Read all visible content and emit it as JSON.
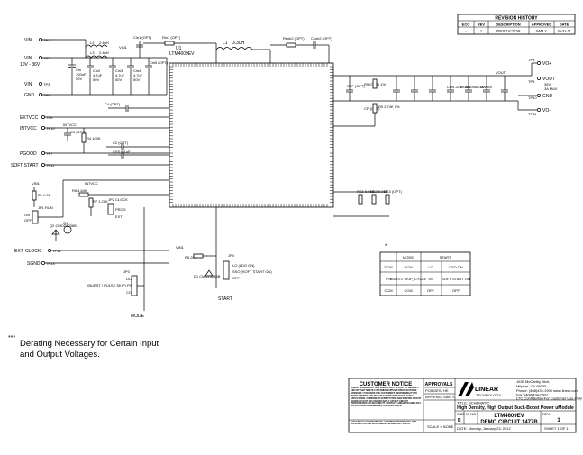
{
  "revision_history": {
    "title": "REVISION HISTORY",
    "headers": [
      "ECO",
      "REV",
      "DESCRIPTION",
      "APPROVED",
      "DATE"
    ],
    "row": [
      "-",
      "1",
      "PRODUCTION",
      "SAM Y.",
      "10-31-11"
    ]
  },
  "nets": {
    "vin_top": "VIN",
    "vin_range": "10V - 36V",
    "vin_mid": "VIN",
    "gnd": "GND",
    "extvcc": "EXTVCC",
    "intvcc": "INTVCC",
    "pgood": "PGOOD",
    "soft_start": "SOFT START",
    "ext_clock": "EXT. CLOCK",
    "sgnd": "SGND",
    "vout_top": "VO+",
    "vout": "VOUT",
    "vout_spec": "36V",
    "iout_spec": "3A MAX",
    "gnd_right": "GND",
    "vo_minus": "VO-",
    "vout_node": "VOUT",
    "vin1": "VIN1",
    "on": "ON",
    "off": "OFF"
  },
  "testpoints": [
    "TP1",
    "TP2",
    "TP3",
    "TP4",
    "TP5",
    "TP6",
    "TP15",
    "TP7",
    "TP8",
    "TP9",
    "TP12",
    "TP13",
    "TP10",
    "TP11",
    "TP14"
  ],
  "components": {
    "u1": "U1",
    "u1_part": "LTM4609EV",
    "cin1": "Cin1 (OPT)",
    "rin1": "Rin1 (OPT)",
    "l1": "L1",
    "l1_val": "3.3uH",
    "rsnb2": "Rsnb2 (OPT)",
    "csnb2": "Csnb2 (OPT)",
    "l2": "L2",
    "l2_val": "2.4uH",
    "l3": "L3",
    "l3_val": "2.4uH",
    "cin2": "Cin2",
    "cin3": "Cin3",
    "cin4": "Cin4",
    "cin5": "Cin5 (OPT)",
    "cin_val": "4.7uF",
    "cin_v": "50V",
    "cin_bulk": "Cin",
    "cin_bulk_val": "100uF",
    "cin_bulk_v": "50V",
    "c4": "C4 (OPT)",
    "c5": "C5 (OPT)",
    "r4": "R4 100K",
    "c2": "C2 (OPT)",
    "css": "CSS 0.1uF",
    "r1": "R1 0.5K",
    "jp1": "JP1 RUN",
    "q1": "Q1",
    "q2": "Q2 CMOZ5236B",
    "r6": "R6 4.64K",
    "r7": "R7 1.21K",
    "jp2": "JP2 CLOCK",
    "prog": "PROG",
    "ext": "EXT",
    "r8": "R8 20K",
    "d1": "D1 CMDZ5236B",
    "jp4": "JP4",
    "jp4_lo": "LO (LDO ON)",
    "jp4_sso": "SSO (SOFT START ON)",
    "jp4_off": "OFF",
    "start": "START",
    "jp3": "JP3",
    "jp3_dcm": "DCM",
    "jp3_mode": "(BURST / PULSE SKIP) PS",
    "jp3_ccm": "CCM",
    "mode": "MODE",
    "cff": "CFF (OPT)",
    "r9": "R9 (OPT) 1%",
    "cp": "CP (OPT)",
    "r5": "R5 2.74K 1%",
    "co_val": "22uF 35V",
    "co5": "CO5 22uF 35V",
    "co6": "CO6 100uF 35V",
    "co7": "CO7 35V",
    "rs1": "RS1 0.015",
    "rs2": "RS2 0.015",
    "rs3": "RS3 (OPT)"
  },
  "mode_table": {
    "headers": [
      "MODE",
      "",
      "START",
      ""
    ],
    "rows": [
      [
        "DCM",
        "DCM",
        "LO",
        "LDO ON"
      ],
      [
        "PS",
        "BURST/ SKIP_CYCLE",
        "SS",
        "SOFT START ON"
      ],
      [
        "CCM",
        "CCM",
        "OFF",
        "OFF"
      ]
    ],
    "marker": "*"
  },
  "note": {
    "marker": "***",
    "line1": "Derating Necessary for Certain Input",
    "line2": "and Output Voltages."
  },
  "customer_notice": {
    "title": "CUSTOMER NOTICE",
    "body": "LINEAR TECHNOLOGY HAS MADE A BEST EFFORT TO DESIGN A CIRCUIT THAT MEETS CUSTOMER-SUPPLIED SPECIFICATIONS; HOWEVER, IT REMAINS THE CUSTOMER'S RESPONSIBILITY TO VERIFY PROPER AND RELIABLE OPERATION IN THE ACTUAL APPLICATION. COMPONENT SUBSTITUTION AND PRINTED CIRCUIT BOARD LAYOUT MAY SIGNIFICANTLY AFFECT CIRCUIT PERFORMANCE OR RELIABILITY. CONTACT LINEAR TECHNOLOGY APPLICATIONS ENGINEERING FOR ASSISTANCE.",
    "footer": "THIS CIRCUIT IS PROPRIETARY TO LINEAR TECHNOLOGY AND SUPPLIED FOR USE WITH LINEAR TECHNOLOGY PARTS."
  },
  "approvals": {
    "title": "APPROVALS",
    "pcb_des": "PCB DES.",
    "app_eng": "APP ENG.",
    "pcb_val": "HE",
    "app_val": "SAM Y.",
    "scale": "SCALE = NONE"
  },
  "company": {
    "brand": "LINEAR",
    "sub": "TECHNOLOGY",
    "addr1": "1630 McCarthy Blvd.",
    "addr2": "Milpitas, CA 95035",
    "phone": "Phone: (408)432-1900   www.linear.com",
    "fax": "Fax: (408)434-0507",
    "confidential": "LTC Confidential-For Customer Use Only"
  },
  "titleblock": {
    "title_label": "TITLE: SCHEMATIC",
    "title": "High Density, High Output Buck-Boost Power uModule",
    "size_label": "SIZE",
    "size": "B",
    "ic_label": "IC NO.",
    "ic": "LTM4609EV",
    "demo": "DEMO CIRCUIT 1477B",
    "rev_label": "REV.",
    "rev": "1",
    "date": "DATE: Monday, January 23, 2012",
    "sheet": "SHEET  1  OF  1"
  }
}
